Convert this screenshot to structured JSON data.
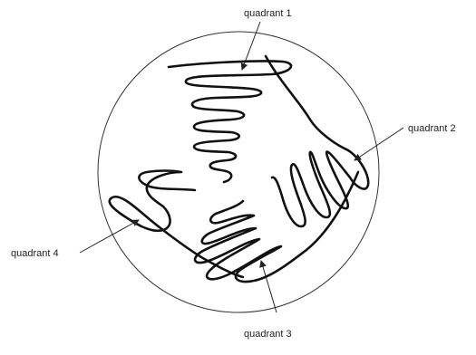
{
  "diagram": {
    "title": "",
    "labels": {
      "q1": "quadrant 1",
      "q2": "quadrant 2",
      "q3": "quadrant 3",
      "q4": "quadrant 4"
    }
  },
  "colors": {
    "background": "#ffffff",
    "plate_outline": "#333333",
    "streak": "#111111",
    "text": "#222222"
  }
}
